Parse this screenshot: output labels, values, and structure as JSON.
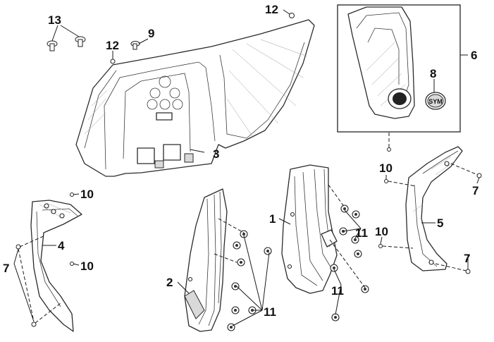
{
  "callouts": {
    "c1": "1",
    "c2": "2",
    "c3": "3",
    "c4": "4",
    "c5": "5",
    "c6": "6",
    "c7_left": "7",
    "c7_right_top": "7",
    "c7_right_bottom": "7",
    "c8": "8",
    "c9": "9",
    "c10_left_top": "10",
    "c10_left_bottom": "10",
    "c10_right_top": "10",
    "c10_right_bottom": "10",
    "c11_mid": "11",
    "c11_right_top": "11",
    "c11_right_bottom": "11",
    "c12_top": "12",
    "c12_left": "12",
    "c13": "13"
  },
  "badge": {
    "logo_text": "SYM"
  }
}
